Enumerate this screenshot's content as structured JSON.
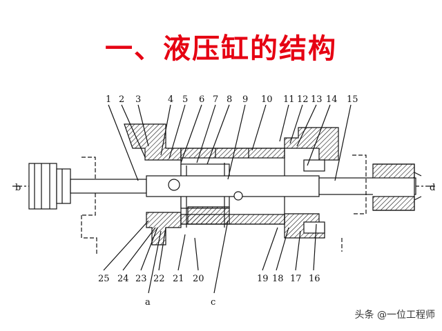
{
  "title": "一、液压缸的结构",
  "watermark": "头条 @一位工程师",
  "part_numbers_top": [
    "1",
    "2",
    "3",
    "4",
    "5",
    "6",
    "7",
    "8",
    "9",
    "10",
    "11",
    "12",
    "13",
    "14",
    "15"
  ],
  "part_numbers_bottom": [
    "25",
    "24",
    "23",
    "22",
    "21",
    "20",
    "19",
    "18",
    "17",
    "16"
  ],
  "port_labels": {
    "a": "a",
    "b": "b",
    "c": "c",
    "d": "d"
  },
  "colors": {
    "title": "#e60012",
    "line": "#111111"
  }
}
